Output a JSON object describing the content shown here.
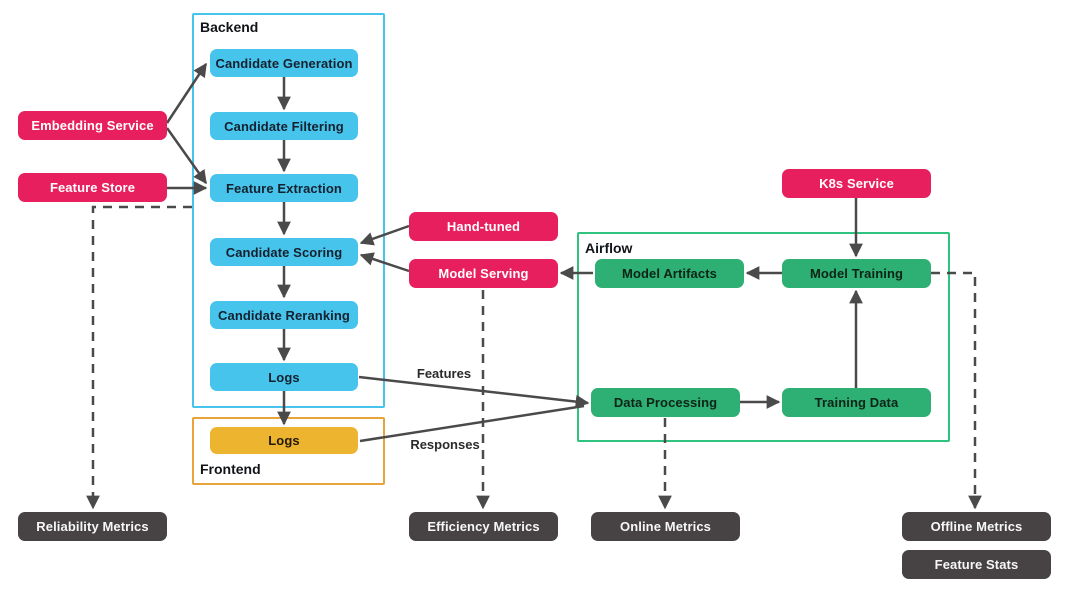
{
  "diagram": {
    "containers": {
      "backend": {
        "label": "Backend"
      },
      "frontend": {
        "label": "Frontend"
      },
      "airflow": {
        "label": "Airflow"
      }
    },
    "nodes": {
      "embedding_service": {
        "label": "Embedding Service",
        "color": "pink"
      },
      "feature_store": {
        "label": "Feature Store",
        "color": "pink"
      },
      "candidate_generation": {
        "label": "Candidate Generation",
        "color": "cyan"
      },
      "candidate_filtering": {
        "label": "Candidate Filtering",
        "color": "cyan"
      },
      "feature_extraction": {
        "label": "Feature Extraction",
        "color": "cyan"
      },
      "candidate_scoring": {
        "label": "Candidate Scoring",
        "color": "cyan"
      },
      "candidate_reranking": {
        "label": "Candidate Reranking",
        "color": "cyan"
      },
      "logs_backend": {
        "label": "Logs",
        "color": "cyan"
      },
      "logs_frontend": {
        "label": "Logs",
        "color": "yellow"
      },
      "hand_tuned": {
        "label": "Hand-tuned",
        "color": "pink"
      },
      "model_serving": {
        "label": "Model Serving",
        "color": "pink"
      },
      "k8s_service": {
        "label": "K8s Service",
        "color": "pink"
      },
      "model_artifacts": {
        "label": "Model Artifacts",
        "color": "green"
      },
      "model_training": {
        "label": "Model Training",
        "color": "green"
      },
      "data_processing": {
        "label": "Data Processing",
        "color": "green"
      },
      "training_data": {
        "label": "Training Data",
        "color": "green"
      },
      "reliability_metrics": {
        "label": "Reliability Metrics",
        "color": "dark"
      },
      "efficiency_metrics": {
        "label": "Efficiency Metrics",
        "color": "dark"
      },
      "online_metrics": {
        "label": "Online Metrics",
        "color": "dark"
      },
      "offline_metrics": {
        "label": "Offline Metrics",
        "color": "dark"
      },
      "feature_stats": {
        "label": "Feature Stats",
        "color": "dark"
      }
    },
    "edge_labels": {
      "features": "Features",
      "responses": "Responses"
    },
    "edges": [
      {
        "from": "embedding_service",
        "to": "candidate_generation",
        "style": "solid"
      },
      {
        "from": "embedding_service",
        "to": "feature_extraction",
        "style": "solid"
      },
      {
        "from": "feature_store",
        "to": "feature_extraction",
        "style": "solid"
      },
      {
        "from": "candidate_generation",
        "to": "candidate_filtering",
        "style": "solid"
      },
      {
        "from": "candidate_filtering",
        "to": "feature_extraction",
        "style": "solid"
      },
      {
        "from": "feature_extraction",
        "to": "candidate_scoring",
        "style": "solid"
      },
      {
        "from": "candidate_scoring",
        "to": "candidate_reranking",
        "style": "solid"
      },
      {
        "from": "candidate_reranking",
        "to": "logs_backend",
        "style": "solid"
      },
      {
        "from": "logs_backend",
        "to": "logs_frontend",
        "style": "solid"
      },
      {
        "from": "hand_tuned",
        "to": "candidate_scoring",
        "style": "solid"
      },
      {
        "from": "model_serving",
        "to": "candidate_scoring",
        "style": "solid"
      },
      {
        "from": "model_artifacts",
        "to": "model_serving",
        "style": "solid"
      },
      {
        "from": "model_training",
        "to": "model_artifacts",
        "style": "solid"
      },
      {
        "from": "k8s_service",
        "to": "model_training",
        "style": "solid"
      },
      {
        "from": "training_data",
        "to": "model_training",
        "style": "solid"
      },
      {
        "from": "data_processing",
        "to": "training_data",
        "style": "solid"
      },
      {
        "from": "logs_backend",
        "to": "data_processing",
        "style": "solid",
        "label": "Features"
      },
      {
        "from": "logs_frontend",
        "to": "data_processing",
        "style": "solid",
        "label": "Responses"
      },
      {
        "from": "backend",
        "to": "reliability_metrics",
        "style": "dashed"
      },
      {
        "from": "model_serving",
        "to": "efficiency_metrics",
        "style": "dashed"
      },
      {
        "from": "data_processing",
        "to": "online_metrics",
        "style": "dashed"
      },
      {
        "from": "model_training",
        "to": "offline_metrics",
        "style": "dashed"
      }
    ],
    "colors": {
      "pink": "#e81f5e",
      "cyan": "#47c4ec",
      "green": "#2eaf73",
      "green_border": "#2fc37f",
      "yellow": "#edb42f",
      "yellow_border": "#e8a43b",
      "dark": "#474344",
      "arrow": "#4a4a4a",
      "background": "#ffffff"
    }
  }
}
